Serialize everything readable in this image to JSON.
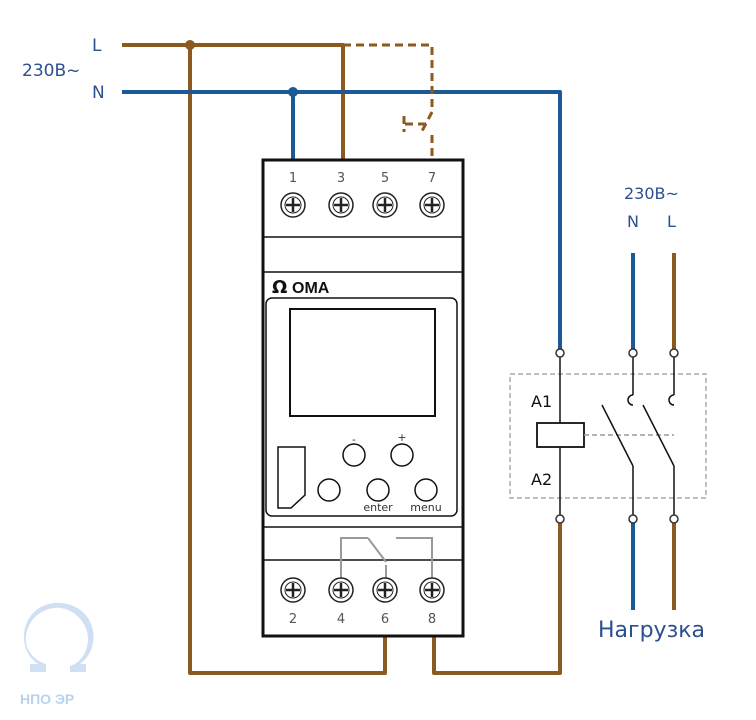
{
  "supply": {
    "voltage": "230В~",
    "line": "L",
    "neutral": "N"
  },
  "load_supply": {
    "voltage": "230В~",
    "neutral": "N",
    "line": "L"
  },
  "device": {
    "brand": "OMA",
    "top_terminals": [
      "1",
      "3",
      "5",
      "7"
    ],
    "bottom_terminals": [
      "2",
      "4",
      "6",
      "8"
    ],
    "buttons": {
      "minus": "-",
      "plus": "+",
      "enter": "enter",
      "menu": "menu"
    }
  },
  "contactor": {
    "coil_top": "A1",
    "coil_bottom": "A2"
  },
  "load_label": "Нагрузка",
  "watermark": "НПО ЭР",
  "colors": {
    "line": "#8c5a1e",
    "neutral": "#1c5a96",
    "label": "#2b4f8f"
  }
}
